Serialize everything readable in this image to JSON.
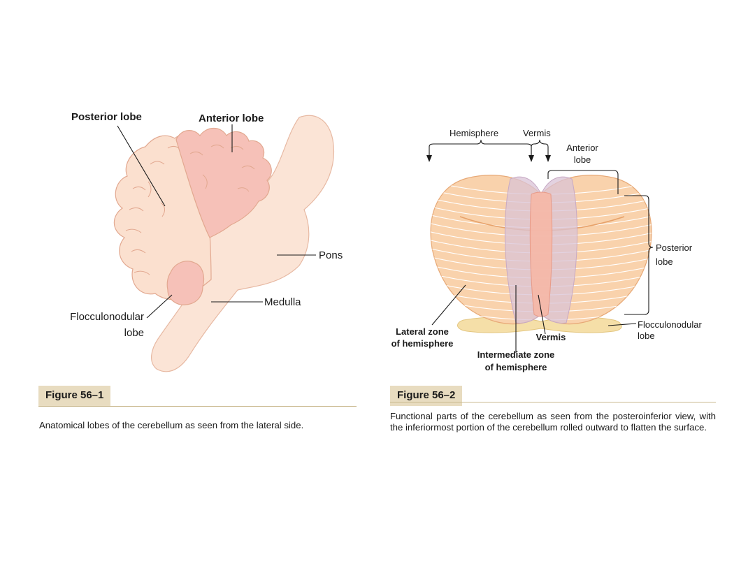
{
  "figure1": {
    "tag": "Figure 56–1",
    "caption": "Anatomical lobes of the cerebellum as seen from the lateral side.",
    "labels": {
      "posterior_lobe": "Posterior lobe",
      "anterior_lobe": "Anterior lobe",
      "pons": "Pons",
      "medulla": "Medulla",
      "flocculonodular_line1": "Flocculonodular",
      "flocculonodular_line2": "lobe"
    },
    "colors": {
      "cerebellum": "#fbe0cf",
      "anterior": "#f6c1b8",
      "brainstem": "#fbe4d6",
      "outline": "#e2a890"
    }
  },
  "figure2": {
    "tag": "Figure 56–2",
    "caption": "Functional parts of the cerebellum as seen from the posteroinferior view, with the inferiormost portion of the cerebellum rolled outward to flatten the surface.",
    "labels": {
      "hemisphere": "Hemisphere",
      "vermis_top": "Vermis",
      "anterior_line1": "Anterior",
      "anterior_line2": "lobe",
      "posterior_line1": "Posterior",
      "posterior_line2": "lobe",
      "flocculonodular_line1": "Flocculonodular",
      "flocculonodular_line2": "lobe",
      "lateral_line1": "Lateral zone",
      "lateral_line2": "of hemisphere",
      "intermediate_line1": "Intermediate zone",
      "intermediate_line2": "of hemisphere",
      "vermis_bottom": "Vermis"
    },
    "colors": {
      "hemisphere": "#f9d2ac",
      "folia": "#ffffff",
      "intermediate": "#d9c3d6",
      "vermis": "#f6b7a6",
      "floccular": "#f5dfa8"
    }
  }
}
